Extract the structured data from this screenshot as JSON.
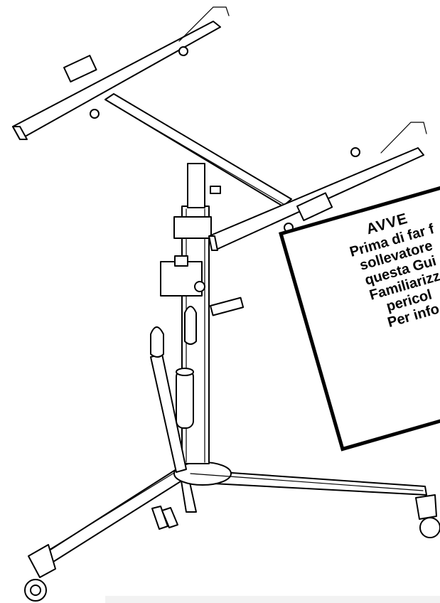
{
  "warning": {
    "title": "AVVE",
    "lines": [
      "Prima di far f",
      "sollevatore",
      "questa Gui",
      "Familiarizz",
      "pericol",
      "Per info"
    ]
  }
}
